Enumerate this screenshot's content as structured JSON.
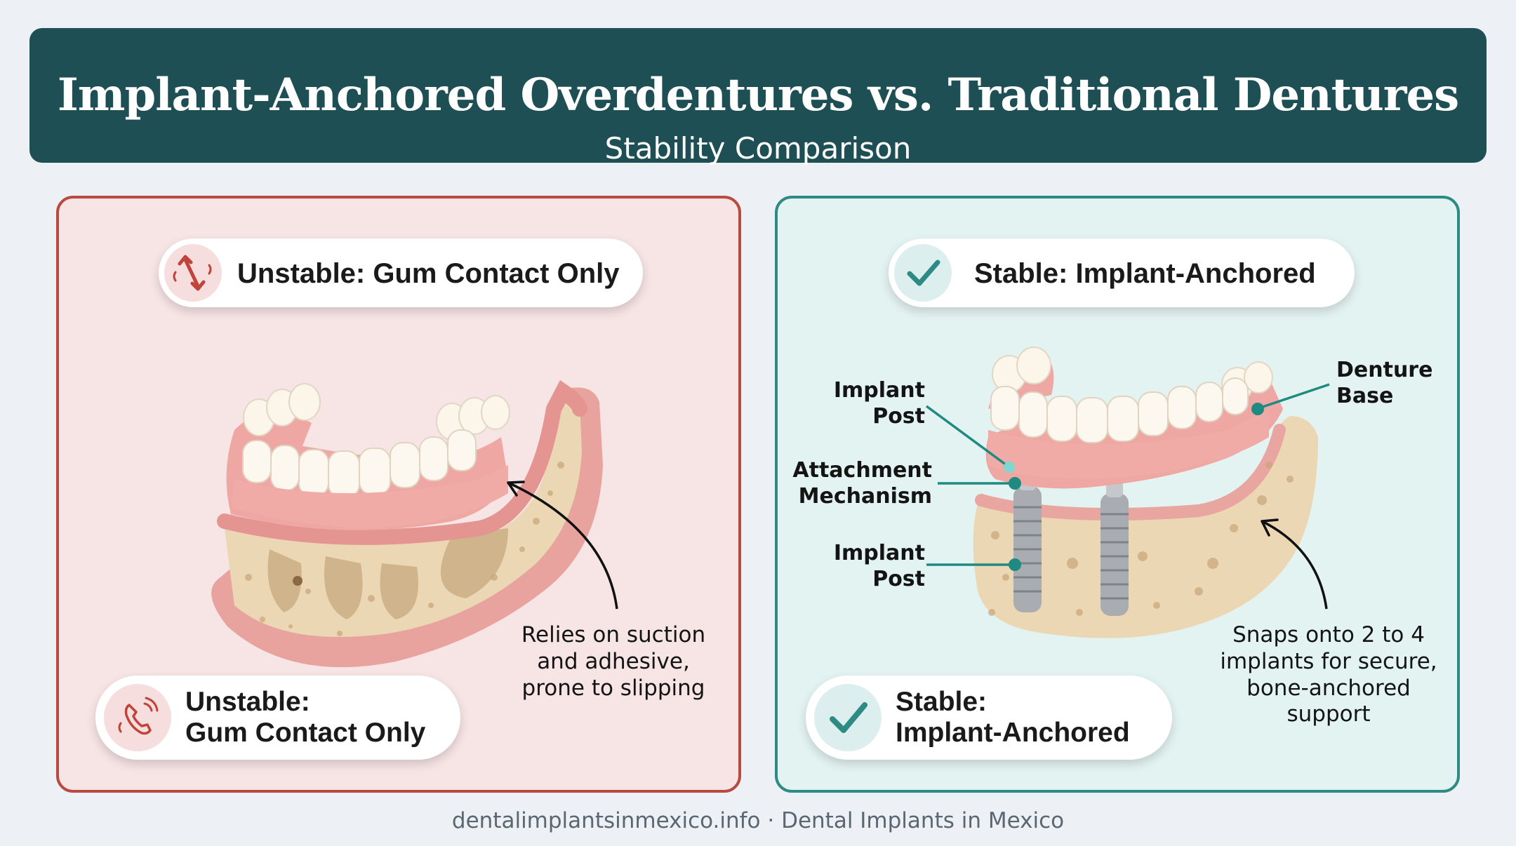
{
  "header": {
    "title": "Implant-Anchored Overdentures vs. Traditional Dentures",
    "subtitle": "Stability Comparison"
  },
  "left_panel": {
    "top_badge": "Unstable: Gum Contact Only",
    "top_badge_icon": "vertical-movement-icon",
    "callout": [
      "Relies on suction",
      "and adhesive,",
      "prone to slipping"
    ],
    "bottom_badge": [
      "Unstable:",
      "Gum Contact Only"
    ],
    "bottom_badge_icon": "phone-vibrate-icon",
    "accent": "#b84a40",
    "background": "#f7e4e5"
  },
  "right_panel": {
    "top_badge": "Stable: Implant-Anchored",
    "top_badge_icon": "checkmark-icon",
    "labels": {
      "implant_post_upper": [
        "Implant",
        "Post"
      ],
      "attachment": [
        "Attachment",
        "Mechanism"
      ],
      "implant_post_lower": [
        "Implant",
        "Post"
      ],
      "denture_base": [
        "Denture",
        "Base"
      ]
    },
    "callout": [
      "Snaps onto 2 to 4",
      "implants for secure,",
      "bone-anchored",
      "support"
    ],
    "bottom_badge": [
      "Stable:",
      "Implant-Anchored"
    ],
    "bottom_badge_icon": "checkmark-icon",
    "accent": "#2d8b83",
    "background": "#e3f3f1"
  },
  "footer": {
    "text": "dentalimplantsinmexico.info · Dental Implants in Mexico"
  },
  "colors": {
    "header_bg": "#1e4f55",
    "page_bg": "#edf1f5",
    "gum": "#eaa09c",
    "bone": "#eedcbc",
    "tooth": "#fbf6ec"
  }
}
